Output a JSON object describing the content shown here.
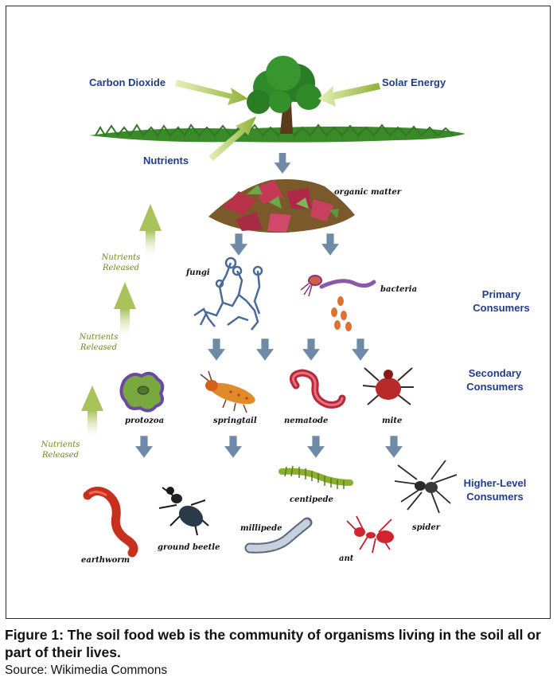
{
  "inputs": {
    "carbon_dioxide": "Carbon Dioxide",
    "solar_energy": "Solar Energy",
    "nutrients": "Nutrients"
  },
  "organic_matter": "organic matter",
  "levels": {
    "primary": [
      "Primary",
      "Consumers"
    ],
    "secondary": [
      "Secondary",
      "Consumers"
    ],
    "higher": [
      "Higher-Level",
      "Consumers"
    ]
  },
  "nutrients_released": [
    "Nutrients",
    "Released"
  ],
  "organisms": {
    "fungi": "fungi",
    "bacteria": "bacteria",
    "protozoa": "protozoa",
    "springtail": "springtail",
    "nematode": "nematode",
    "mite": "mite",
    "earthworm": "earthworm",
    "ground_beetle": "ground beetle",
    "centipede": "centipede",
    "millipede": "millipede",
    "ant": "ant",
    "spider": "spider"
  },
  "caption": {
    "title": "Figure 1: The soil food web is the community of organisms living in the soil all or part of their lives.",
    "source": "Source: Wikimedia Commons"
  },
  "colors": {
    "label_blue": "#1f3d8a",
    "arrow_blue": "#6f8aa6",
    "arrow_green": "#a9c25a",
    "grass": "#3a8a2a"
  }
}
